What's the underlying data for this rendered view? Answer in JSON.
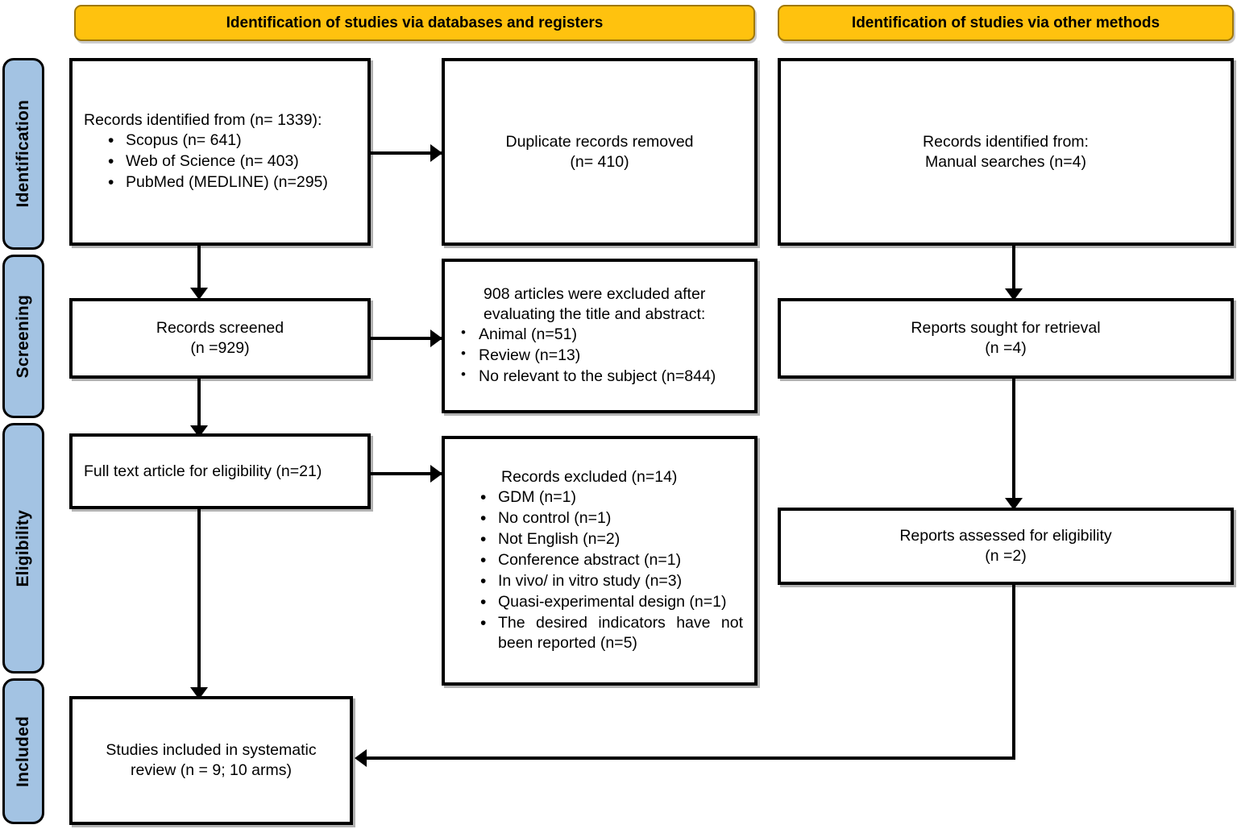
{
  "diagram": {
    "type": "PRISMA flow diagram",
    "banners": [
      {
        "id": "databases",
        "label": "Identification of studies via databases and registers"
      },
      {
        "id": "other",
        "label": "Identification of studies via other methods"
      }
    ],
    "phases": [
      {
        "id": "identification",
        "label": "Identification"
      },
      {
        "id": "screening",
        "label": "Screening"
      },
      {
        "id": "eligibility",
        "label": "Eligibility"
      },
      {
        "id": "included",
        "label": "Included"
      }
    ],
    "boxes": {
      "records_identified": {
        "head": "Records identified from (n= 1339):",
        "items": [
          "Scopus (n= 641)",
          "Web of Science (n= 403)",
          "PubMed (MEDLINE) (n=295)"
        ]
      },
      "duplicates_removed": {
        "line1": "Duplicate records removed",
        "line2": "(n= 410)"
      },
      "other_identified": {
        "line1": "Records identified from:",
        "line2": "Manual searches (n=4)"
      },
      "records_screened": {
        "line1": "Records screened",
        "line2": "(n =929)"
      },
      "title_abstract_excluded": {
        "head1": "908 articles were excluded after",
        "head2": "evaluating the title and abstract:",
        "items": [
          "Animal (n=51)",
          "Review (n=13)",
          "No relevant to the subject (n=844)"
        ]
      },
      "reports_sought": {
        "line1": "Reports sought for retrieval",
        "line2": "(n =4)"
      },
      "full_text_eligibility": {
        "line1": "Full text article for eligibility (n=21)"
      },
      "records_excluded": {
        "head": "Records excluded (n=14)",
        "items": [
          "GDM (n=1)",
          "No control (n=1)",
          "Not English (n=2)",
          "Conference abstract (n=1)",
          "In vivo/ in vitro study (n=3)",
          "Quasi-experimental design (n=1)"
        ],
        "last_item_line1": "The desired indicators have not",
        "last_item_line2": "been reported (n=5)"
      },
      "reports_assessed": {
        "line1": "Reports assessed for eligibility",
        "line2": "(n =2)"
      },
      "studies_included": {
        "line1": "Studies included in systematic",
        "line2": "review (n = 9; 10 arms)"
      }
    },
    "colors": {
      "banner_fill": "#FFC20E",
      "banner_border": "#A07808",
      "phase_fill": "#A3C3E3",
      "box_border": "#000000",
      "connector": "#000000"
    }
  }
}
